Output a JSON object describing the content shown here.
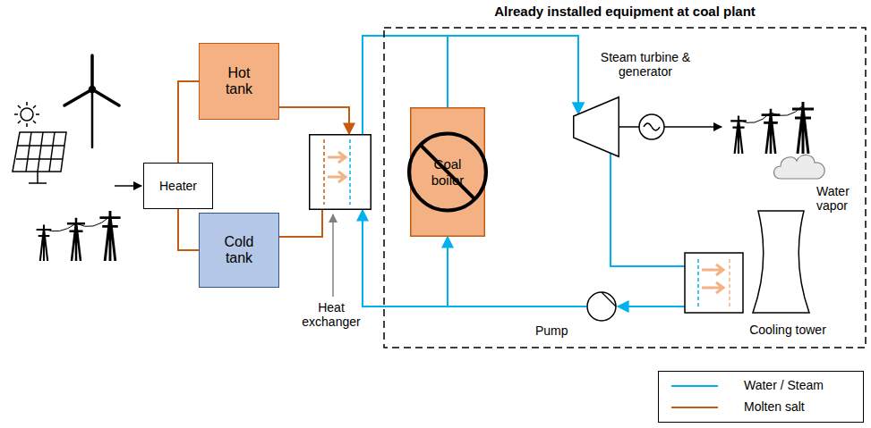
{
  "diagram": {
    "nodes": [
      {
        "text": [
          "Heater"
        ]
      },
      {
        "text": [
          "Hot tank"
        ]
      },
      {
        "text": [
          "Cold tank"
        ]
      },
      {
        "text": [
          "Heat exchanger"
        ]
      },
      {
        "text": [
          "Already installed equipment at coal plant"
        ]
      },
      {
        "text": [
          "Coal boiler"
        ],
        "in": 4
      },
      {
        "text": [
          "Steam turbine & generator"
        ],
        "in": 4
      },
      {
        "text": [
          "Pump"
        ],
        "in": 4
      },
      {
        "text": [
          "Cooling tower"
        ],
        "in": 4
      }
    ],
    "edges": [
      {
        "from": 0,
        "to": 1,
        "arrow": "none"
      },
      {
        "from": 1,
        "to": 3,
        "arrow": "to"
      },
      {
        "from": 3,
        "to": 2,
        "arrow": "none"
      },
      {
        "from": 2,
        "to": 0,
        "arrow": "none"
      },
      {
        "from": 3,
        "to": 6,
        "arrow": "to"
      },
      {
        "from": 5,
        "to": 6,
        "arrow": "to"
      },
      {
        "from": 7,
        "to": 3,
        "arrow": "to"
      },
      {
        "from": 7,
        "to": 5,
        "arrow": "to"
      }
    ],
    "labels": [
      "Water vapor"
    ],
    "legend": [
      {
        "text": "Water / Steam"
      },
      {
        "text": "Molten salt"
      }
    ]
  }
}
